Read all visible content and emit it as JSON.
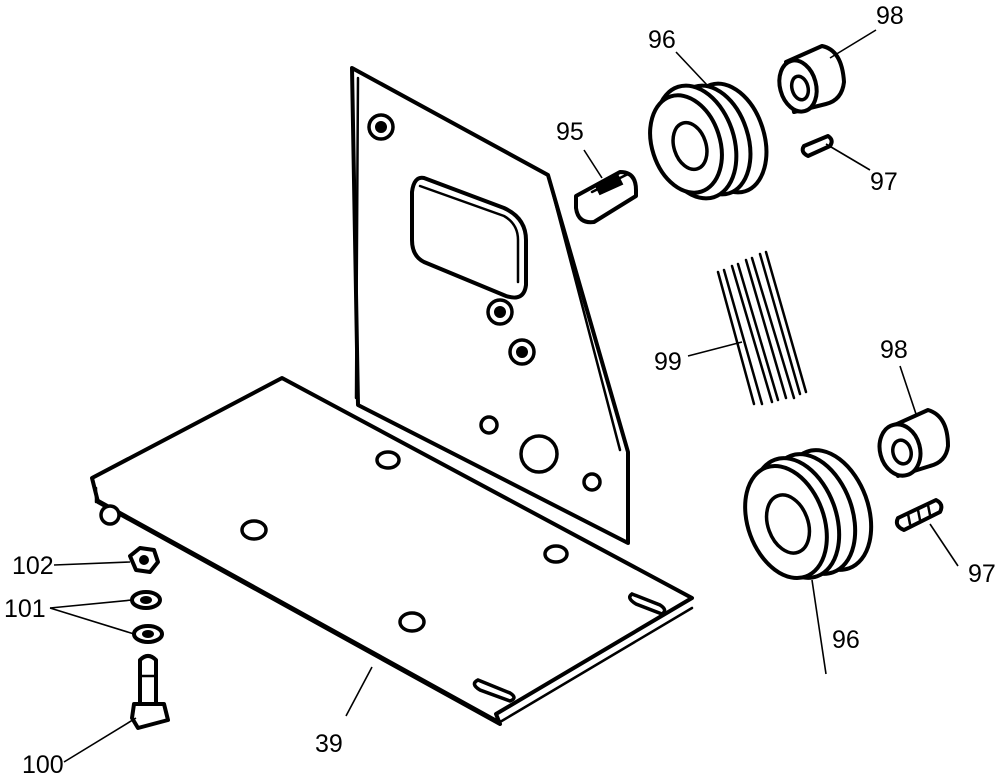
{
  "callouts": {
    "c39": "39",
    "c95": "95",
    "c96_top": "96",
    "c96_bottom": "96",
    "c97_top": "97",
    "c97_bottom": "97",
    "c98_top": "98",
    "c98_bottom": "98",
    "c99": "99",
    "c100": "100",
    "c101": "101",
    "c102": "102"
  },
  "colors": {
    "ink": "#000000",
    "paper": "#ffffff"
  }
}
